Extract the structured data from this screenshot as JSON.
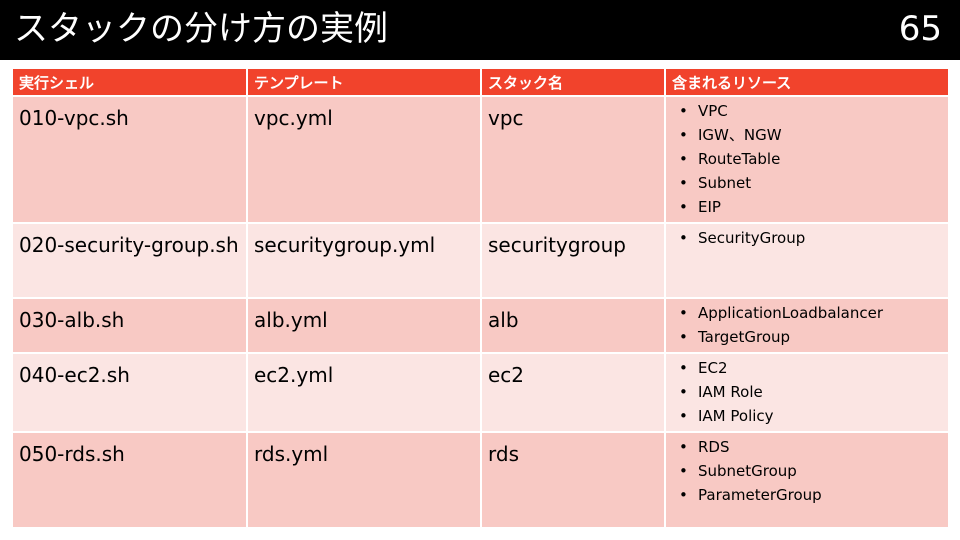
{
  "slide": {
    "title": "スタックの分け方の実例",
    "page_number": "65"
  },
  "colors": {
    "title_bar": "#000000",
    "header_row": "#f1432c",
    "row_dark": "#f8c9c4",
    "row_light": "#fbe5e3"
  },
  "table": {
    "headers": [
      "実行シェル",
      "テンプレート",
      "スタック名",
      "含まれるリソース"
    ],
    "bullet_char": "•",
    "rows": [
      {
        "shell": "010-vpc.sh",
        "template": "vpc.yml",
        "stack": "vpc",
        "resources": [
          "VPC",
          "IGW、NGW",
          "RouteTable",
          "Subnet",
          "EIP"
        ]
      },
      {
        "shell": "020-security-group.sh",
        "template": "securitygroup.yml",
        "stack": "securitygroup",
        "resources": [
          "SecurityGroup"
        ]
      },
      {
        "shell": "030-alb.sh",
        "template": "alb.yml",
        "stack": "alb",
        "resources": [
          "ApplicationLoadbalancer",
          "TargetGroup"
        ]
      },
      {
        "shell": "040-ec2.sh",
        "template": "ec2.yml",
        "stack": "ec2",
        "resources": [
          "EC2",
          "IAM Role",
          "IAM Policy"
        ]
      },
      {
        "shell": "050-rds.sh",
        "template": "rds.yml",
        "stack": "rds",
        "resources": [
          "RDS",
          "SubnetGroup",
          "ParameterGroup"
        ]
      }
    ]
  }
}
